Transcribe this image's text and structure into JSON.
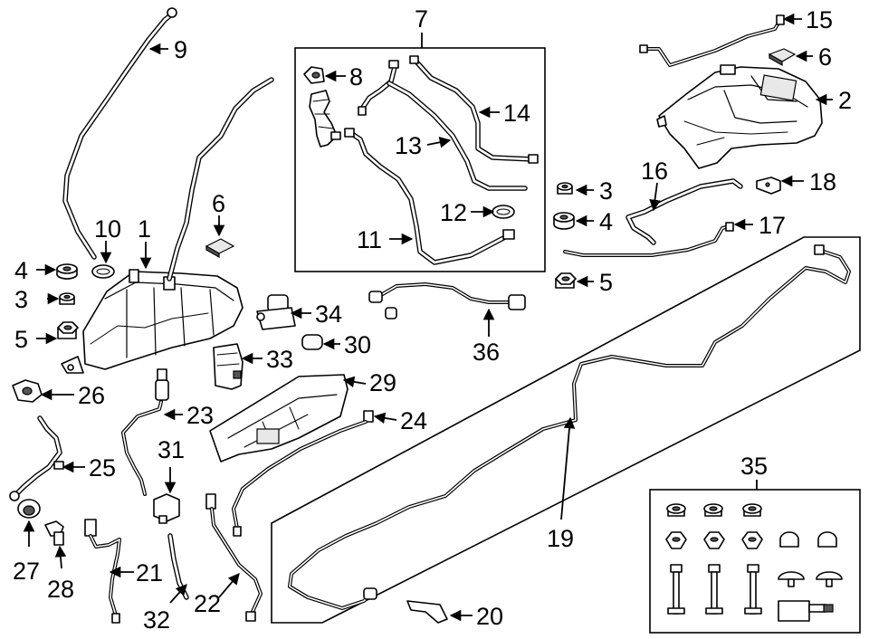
{
  "diagram": {
    "callouts": [
      "1",
      "2",
      "3",
      "3",
      "4",
      "4",
      "5",
      "5",
      "6",
      "6",
      "7",
      "8",
      "9",
      "10",
      "11",
      "12",
      "13",
      "14",
      "15",
      "16",
      "17",
      "18",
      "19",
      "20",
      "21",
      "22",
      "23",
      "24",
      "25",
      "26",
      "27",
      "28",
      "29",
      "30",
      "31",
      "32",
      "33",
      "34",
      "35",
      "36"
    ]
  },
  "labels": {
    "c1": "1",
    "c2": "2",
    "c3a": "3",
    "c3b": "3",
    "c4a": "4",
    "c4b": "4",
    "c5a": "5",
    "c5b": "5",
    "c6a": "6",
    "c6b": "6",
    "c7": "7",
    "c8": "8",
    "c9": "9",
    "c10": "10",
    "c11": "11",
    "c12": "12",
    "c13": "13",
    "c14": "14",
    "c15": "15",
    "c16": "16",
    "c17": "17",
    "c18": "18",
    "c19": "19",
    "c20": "20",
    "c21": "21",
    "c22": "22",
    "c23": "23",
    "c24": "24",
    "c25": "25",
    "c26": "26",
    "c27": "27",
    "c28": "28",
    "c29": "29",
    "c30": "30",
    "c31": "31",
    "c32": "32",
    "c33": "33",
    "c34": "34",
    "c35": "35",
    "c36": "36"
  }
}
